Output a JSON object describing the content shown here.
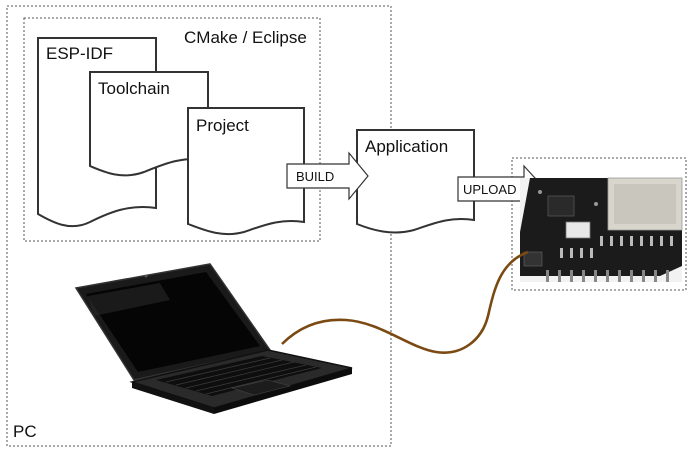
{
  "labels": {
    "pc": "PC",
    "ide": "CMake / Eclipse",
    "esp_idf": "ESP-IDF",
    "toolchain": "Toolchain",
    "project": "Project",
    "application": "Application"
  },
  "arrows": {
    "build": "BUILD",
    "upload": "UPLOAD"
  },
  "colors": {
    "cable": "#7a4a12",
    "board": "#151515",
    "dashed_border": "#555555"
  },
  "icons": {
    "laptop": "laptop-icon",
    "board": "esp32-board-icon"
  }
}
